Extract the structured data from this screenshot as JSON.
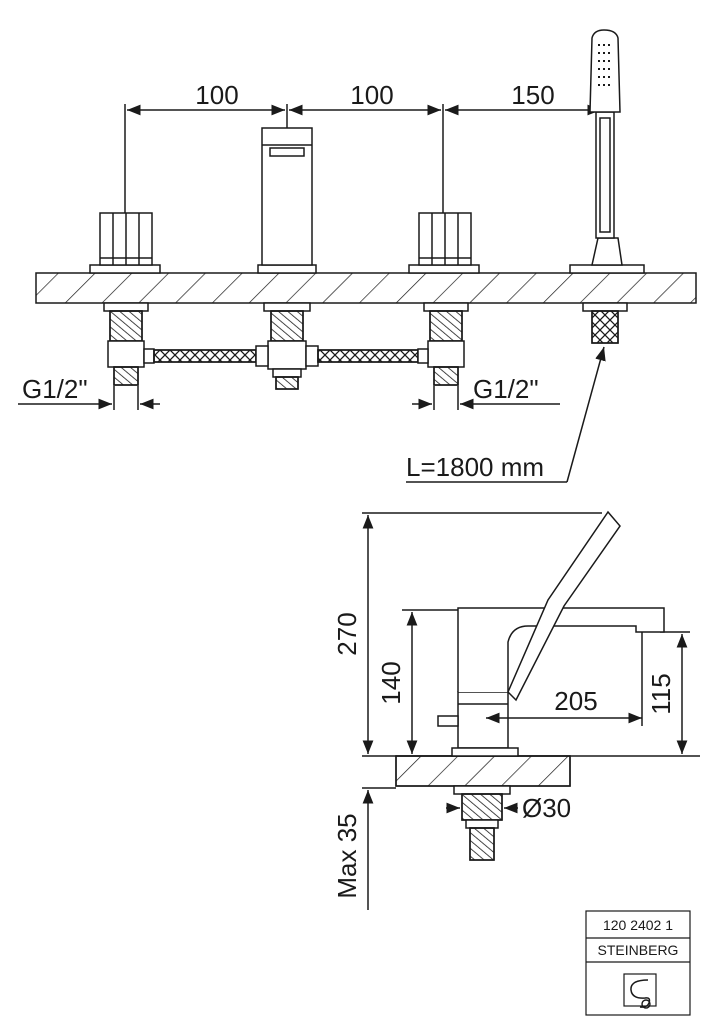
{
  "top_view": {
    "dim_100_left": "100",
    "dim_100_right": "100",
    "dim_150": "150",
    "thread_left": "G1/2\"",
    "thread_right": "G1/2\"",
    "hose_length": "L=1800 mm"
  },
  "side_view": {
    "height_total": "270",
    "height_spout_body": "140",
    "reach": "205",
    "spout_height": "115",
    "max_thickness": "Max 35",
    "diameter": "Ø30"
  },
  "title_block": {
    "article_number": "120 2402 1",
    "brand": "STEINBERG"
  },
  "colors": {
    "line": "#1a1a1a",
    "background": "#ffffff"
  }
}
